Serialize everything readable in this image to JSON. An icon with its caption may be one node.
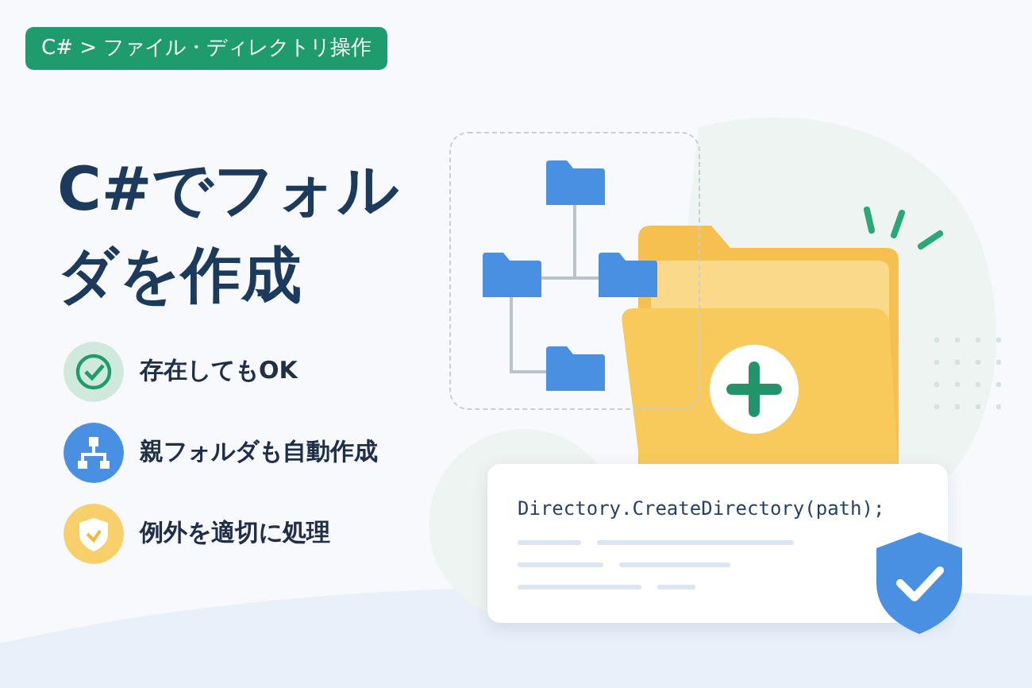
{
  "diagram": {
    "title": "C#でフォルダを作成",
    "nodes": [
      {
        "text": [
          "C# > ファイル・ディレクトリ操作"
        ]
      },
      {
        "text": [],
        "shape": "box"
      },
      {
        "text": [],
        "shape": "folder",
        "in": 1
      },
      {
        "text": [],
        "shape": "folder",
        "in": 1
      },
      {
        "text": [],
        "shape": "folder",
        "in": 1
      },
      {
        "text": [],
        "shape": "folder",
        "in": 1
      },
      {
        "text": [
          "Directory.CreateDirectory(path);"
        ]
      }
    ],
    "edges": [
      {
        "from": 2,
        "to": 3,
        "arrow": "none"
      },
      {
        "from": 2,
        "to": 4,
        "arrow": "none"
      },
      {
        "from": 3,
        "to": 5,
        "arrow": "none"
      }
    ],
    "labels": [
      "存在してもOK",
      "親フォルダも自動作成",
      "例外を適切に処理"
    ]
  }
}
